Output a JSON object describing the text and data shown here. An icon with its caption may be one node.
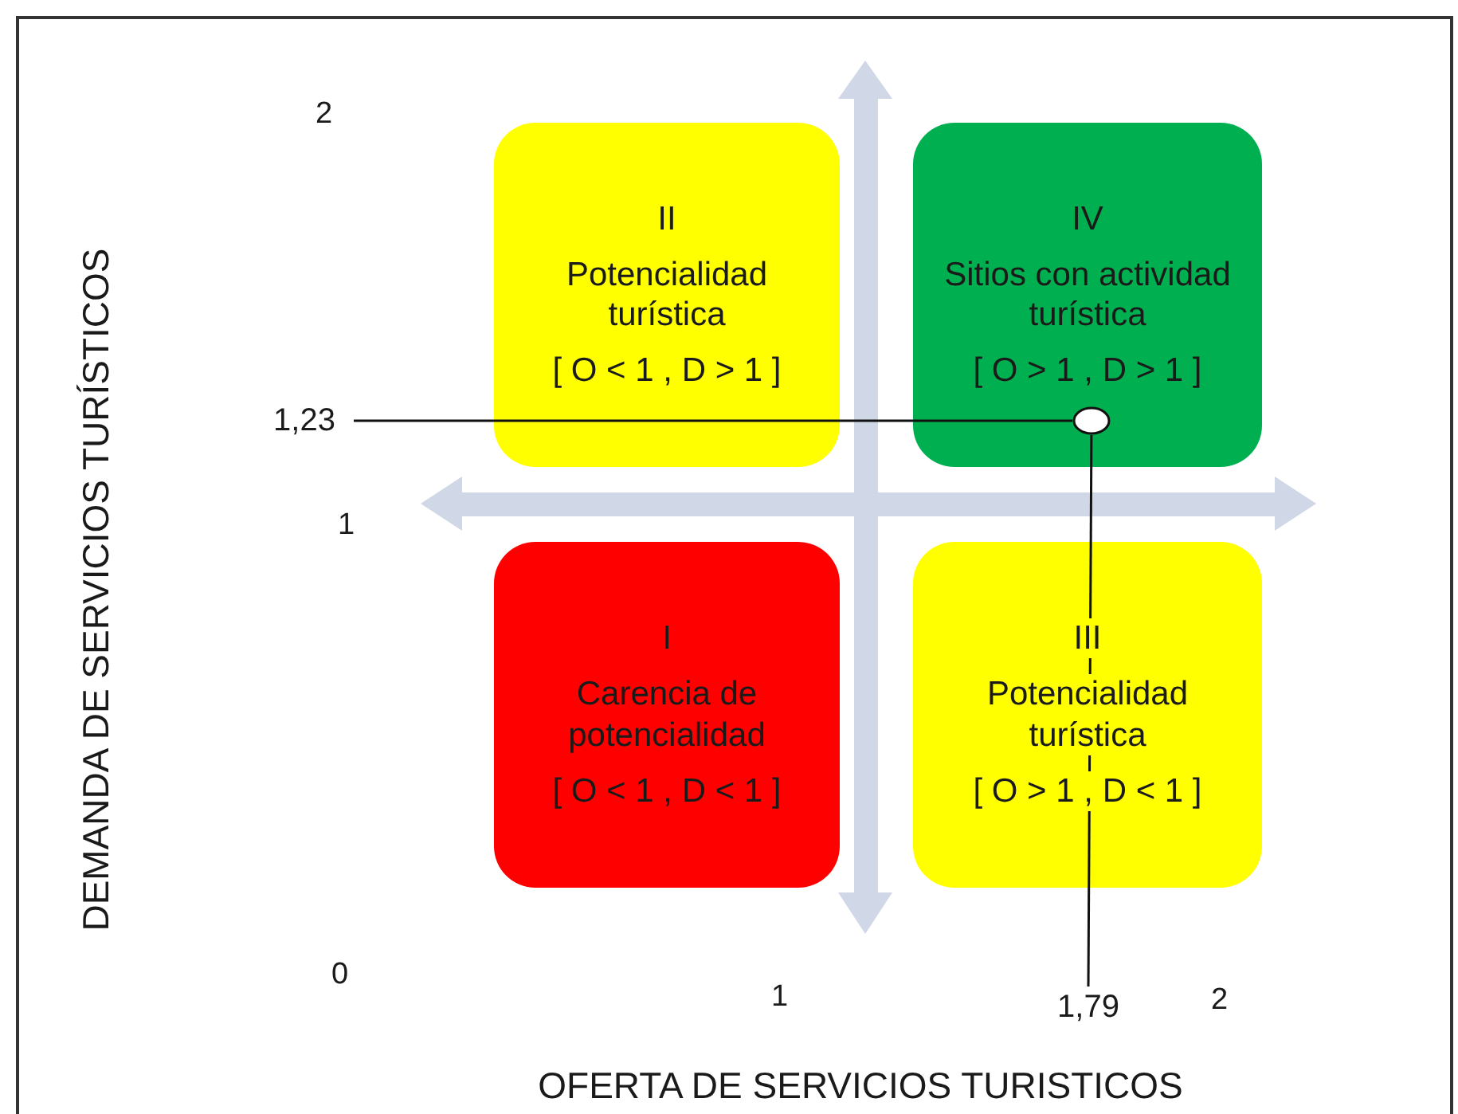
{
  "diagram": {
    "nodes": [
      {
        "text": [
          "II",
          "Potencialidad turística",
          "[ O < 1 , D > 1 ]"
        ]
      },
      {
        "text": [
          "IV",
          "Sitios con actividad turística",
          "[ O > 1 , D > 1 ]"
        ]
      },
      {
        "text": [
          "I",
          "Carencia de potencialidad",
          "[ O < 1 , D < 1 ]"
        ]
      },
      {
        "text": [
          "III",
          "Potencialidad turística",
          "[ O > 1 , D < 1 ]"
        ]
      },
      {
        "text": [],
        "shape": "circle",
        "in": 1
      },
      {
        "text": [
          "1,23"
        ]
      },
      {
        "text": [
          "1,79"
        ]
      }
    ],
    "edges": [
      {
        "from": 5,
        "to": 4,
        "arrow": "none"
      },
      {
        "from": 6,
        "to": 4,
        "arrow": "none"
      }
    ],
    "labels": [
      "2",
      "DEMANDA DE SERVICIOS TURÍSTICOS",
      "1",
      "0",
      "1",
      "2",
      "OFERTA DE SERVICIOS TURISTICOS"
    ]
  }
}
